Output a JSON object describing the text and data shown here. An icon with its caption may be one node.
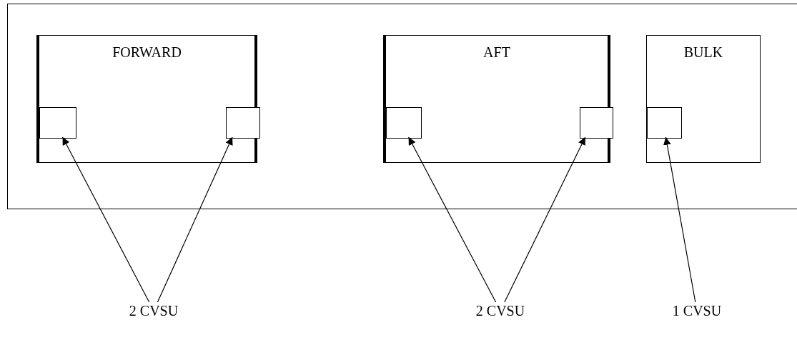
{
  "diagram": {
    "nodes": [
      {
        "text": [],
        "shape": "box"
      },
      {
        "text": [
          "FORWARD"
        ],
        "in": 0
      },
      {
        "text": [],
        "shape": "box",
        "in": 1
      },
      {
        "text": [],
        "shape": "box",
        "in": 1
      },
      {
        "text": [
          "AFT"
        ],
        "in": 0
      },
      {
        "text": [],
        "shape": "box",
        "in": 4
      },
      {
        "text": [],
        "shape": "box",
        "in": 4
      },
      {
        "text": [
          "BULK"
        ],
        "in": 0
      },
      {
        "text": [],
        "shape": "box",
        "in": 7
      },
      {
        "text": [
          "2 CVSU"
        ]
      },
      {
        "text": [
          "2 CVSU"
        ]
      },
      {
        "text": [
          "1 CVSU"
        ]
      }
    ],
    "edges": [
      {
        "from": 9,
        "to": 2,
        "arrow": "to"
      },
      {
        "from": 9,
        "to": 3,
        "arrow": "to"
      },
      {
        "from": 10,
        "to": 5,
        "arrow": "to"
      },
      {
        "from": 10,
        "to": 6,
        "arrow": "to"
      },
      {
        "from": 11,
        "to": 8,
        "arrow": "to"
      }
    ]
  }
}
